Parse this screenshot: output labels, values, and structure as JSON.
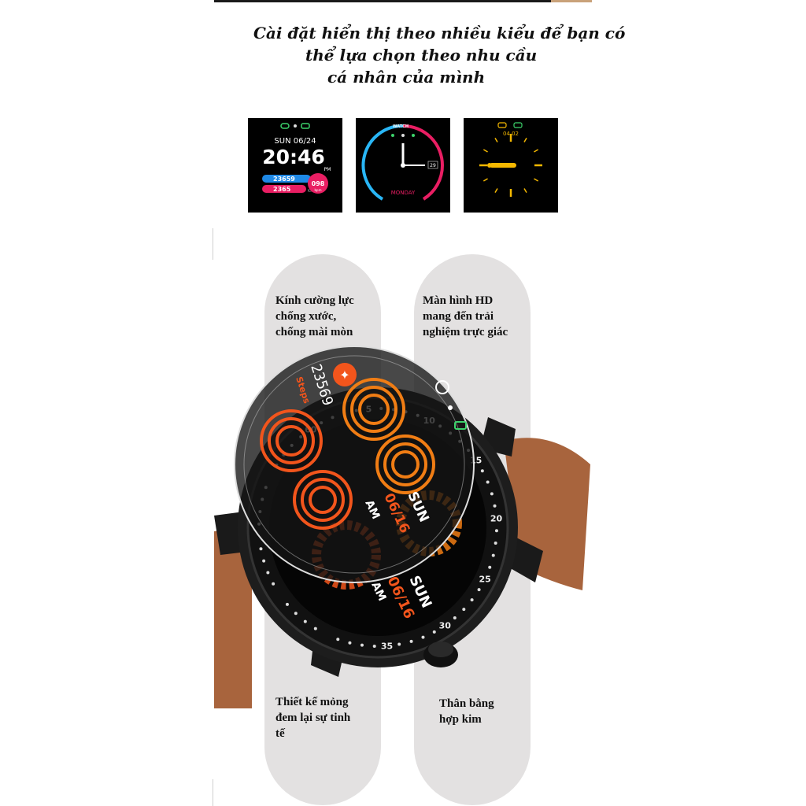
{
  "headline": {
    "line1": "Cài đặt hiển thị theo nhiều kiểu để bạn có",
    "line2": "thể lựa chọn theo nhu cầu",
    "line3": "cá nhân của mình"
  },
  "watch_faces": [
    {
      "date": "SUN 06/24",
      "time": "20:46",
      "ampm": "PM",
      "steps": "23659",
      "distance": "2365",
      "distance_unit": "KM",
      "heart_rate": "098",
      "heart_unit": "bpm"
    },
    {
      "brand": "WATCH",
      "date_num": "29",
      "day": "MONDAY"
    },
    {
      "date": "04.02"
    }
  ],
  "features": {
    "top_left": {
      "line1": "Kính cường lực",
      "line2": "chống xước,",
      "line3": "chống mài mòn"
    },
    "top_right": {
      "line1": "Màn hình HD",
      "line2": "mang đến trải",
      "line3": "nghiệm trực giác"
    },
    "bottom_left": {
      "line1": "Thiết kế mỏng",
      "line2": "đem lại sự tinh",
      "line3": "tế"
    },
    "bottom_right": {
      "line1": "Thân bằng",
      "line2": "hợp kim"
    }
  },
  "watch_screen": {
    "steps_value": "23569",
    "steps_label": "Steps",
    "day": "SUN",
    "date": "06/16",
    "ampm": "AM",
    "bezel_numbers": [
      "60",
      "5",
      "10",
      "15",
      "20",
      "25",
      "30",
      "35"
    ]
  },
  "colors": {
    "accent_orange": "#f2551c",
    "ring_orange": "#f07d14",
    "strap_brown": "#a8643d",
    "pill_grey": "#e3e1e1"
  }
}
